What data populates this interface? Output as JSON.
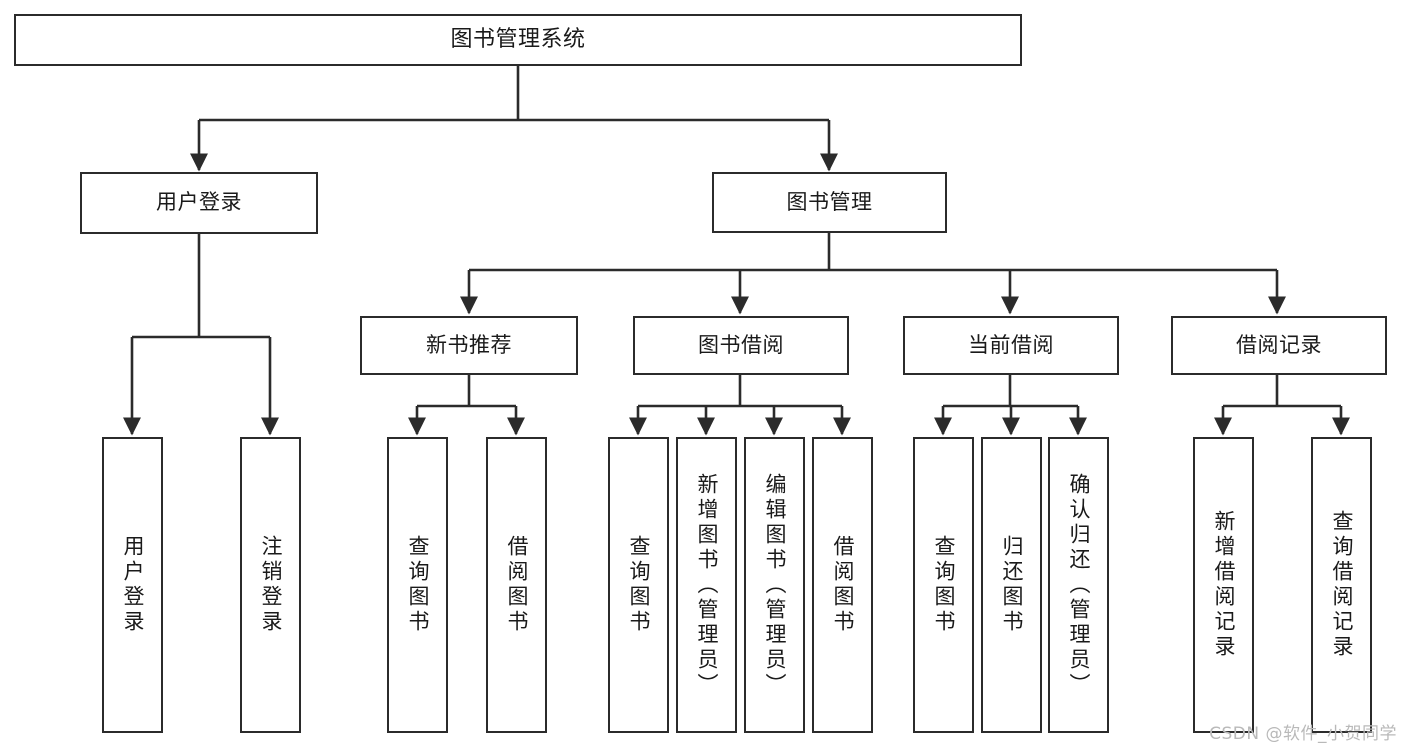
{
  "diagram": {
    "title": "图书管理系统",
    "type": "tree-hierarchy-chart",
    "watermark": "CSDN @软件_小贺同学",
    "colors": {
      "stroke": "#2b2b2b",
      "fill": "#ffffff",
      "text": "#1a1a1a",
      "watermark": "#b9b9b9"
    },
    "nodes": {
      "root": {
        "label": "图书管理系统"
      },
      "level1": [
        {
          "id": "user-login",
          "label": "用户登录"
        },
        {
          "id": "book-manage",
          "label": "图书管理"
        }
      ],
      "level2": [
        {
          "id": "new-book-recommend",
          "label": "新书推荐"
        },
        {
          "id": "book-borrow",
          "label": "图书借阅"
        },
        {
          "id": "current-borrow",
          "label": "当前借阅"
        },
        {
          "id": "borrow-record",
          "label": "借阅记录"
        }
      ],
      "leaves": {
        "user-login": [
          {
            "id": "leaf-user-login",
            "label": "用户登录"
          },
          {
            "id": "leaf-logout",
            "label": "注销登录"
          }
        ],
        "new-book-recommend": [
          {
            "id": "leaf-query-book-1",
            "label": "查询图书"
          },
          {
            "id": "leaf-borrow-book-1",
            "label": "借阅图书"
          }
        ],
        "book-borrow": [
          {
            "id": "leaf-query-book-2",
            "label": "查询图书"
          },
          {
            "id": "leaf-add-book",
            "label": "新增图书（管理员）"
          },
          {
            "id": "leaf-edit-book",
            "label": "编辑图书（管理员）"
          },
          {
            "id": "leaf-borrow-book-2",
            "label": "借阅图书"
          }
        ],
        "current-borrow": [
          {
            "id": "leaf-query-book-3",
            "label": "查询图书"
          },
          {
            "id": "leaf-return-book",
            "label": "归还图书"
          },
          {
            "id": "leaf-confirm-return",
            "label": "确认归还（管理员）"
          }
        ],
        "borrow-record": [
          {
            "id": "leaf-add-record",
            "label": "新增借阅记录"
          },
          {
            "id": "leaf-query-record",
            "label": "查询借阅记录"
          }
        ]
      }
    }
  }
}
